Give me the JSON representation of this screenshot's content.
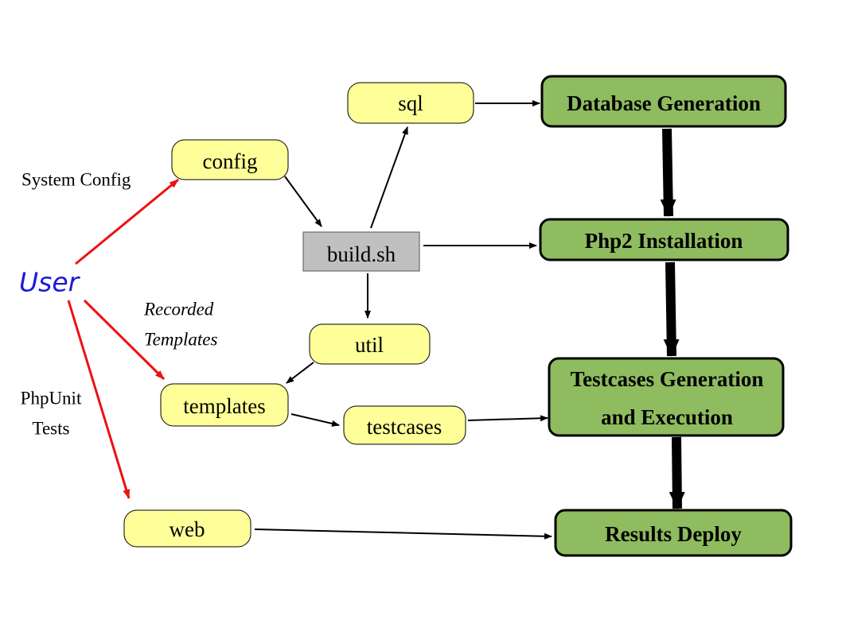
{
  "colors": {
    "folder_fill": "#ffff99",
    "script_fill": "#c0c0c0",
    "stage_fill": "#8fbc5f",
    "user_text": "#1a1adc",
    "user_arrow": "#ee1111",
    "flow_arrow": "#000000"
  },
  "user": {
    "label": "User"
  },
  "folders": {
    "sql": "sql",
    "config": "config",
    "util": "util",
    "templates": "templates",
    "testcases": "testcases",
    "web": "web"
  },
  "script": {
    "label": "build.sh"
  },
  "stages": {
    "database_generation": "Database Generation",
    "php2_installation": "Php2 Installation",
    "testcases_generation_line1": "Testcases Generation",
    "testcases_generation_line2": "and Execution",
    "results_deploy": "Results Deploy"
  },
  "edge_labels": {
    "system_config": "System Config",
    "recorded_line1": "Recorded",
    "recorded_line2": "Templates",
    "phpunit_line1": "PhpUnit",
    "phpunit_line2": "Tests"
  }
}
